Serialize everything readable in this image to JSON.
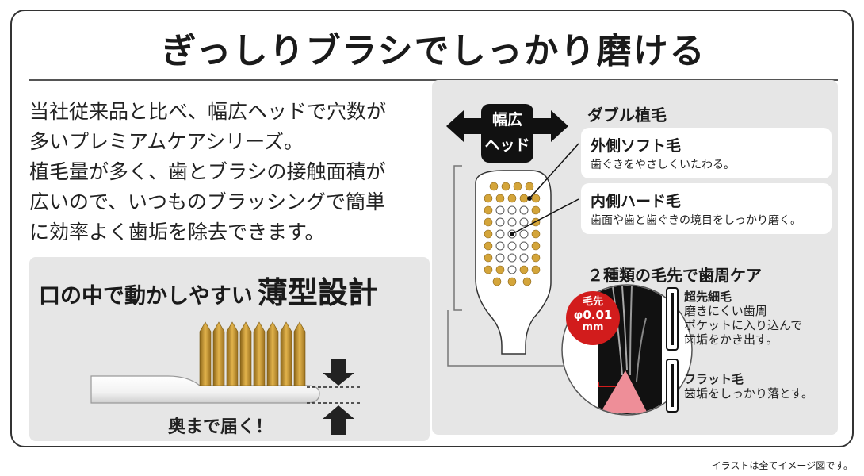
{
  "title": "ぎっしりブラシでしっかり磨ける",
  "intro_lines": [
    "当社従来品と比べ、幅広ヘッドで穴数が",
    "多いプレミアムケアシリーズ。",
    "植毛量が多く、歯とブラシの接触面積が",
    "広いので、いつものブラッシングで簡単",
    "に効率よく歯垢を除去できます。"
  ],
  "thin_design": {
    "title_prefix": "口の中で動かしやすい",
    "title_emphasis": "薄型設計",
    "caption": "奥まで届く！"
  },
  "head": {
    "arrow_line1": "幅広",
    "arrow_line2": "ヘッド"
  },
  "double_bristle": {
    "heading": "ダブル植毛",
    "outer_title": "外側ソフト毛",
    "outer_desc": "歯ぐきをやさしくいたわる。",
    "inner_title": "内側ハード毛",
    "inner_desc": "歯面や歯と歯ぐきの境目をしっかり磨く。"
  },
  "tip_care": {
    "heading": "２種類の毛先で歯周ケア",
    "badge_line1": "毛先",
    "badge_line2": "φ0.01",
    "badge_line3": "mm",
    "ultra_title": "超先細毛",
    "ultra_desc1": "磨きにくい歯周",
    "ultra_desc2": "ポケットに入り込んで",
    "ultra_desc3": "歯垢をかき出す。",
    "flat_title": "フラット毛",
    "flat_desc": "歯垢をしっかり落とす。"
  },
  "colors": {
    "gold": "#c9962f",
    "badge_red": "#d21c1c",
    "gum_pink": "#ee8e98",
    "panel_gray": "#e6e6e6"
  },
  "footnote": "イラストは全てイメージ図です。"
}
